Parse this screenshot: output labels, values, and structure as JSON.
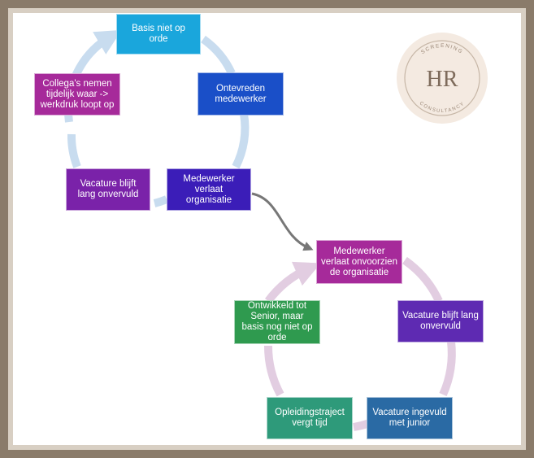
{
  "colors": {
    "cyan": "#1aa6dc",
    "blue": "#1a4fc8",
    "indigo": "#3b1db8",
    "purple": "#7a22a9",
    "magenta": "#a62a9a",
    "violet": "#5e2ab2",
    "steel_blue": "#2a6aa4",
    "green_teal": "#2e9a7a",
    "green": "#2f9a4f",
    "cycle1_track": "#c8dcef",
    "cycle2_track": "#e2cde1",
    "connector": "#777777"
  },
  "cycle1": {
    "nodes": [
      {
        "label": "Basis niet op orde"
      },
      {
        "label": "Ontevreden medewerker"
      },
      {
        "label": "Medewerker verlaat organisatie"
      },
      {
        "label": "Vacature blijft lang onvervuld"
      },
      {
        "label": "Collega's nemen tijdelijk waar -> werkdruk loopt op"
      }
    ]
  },
  "cycle2": {
    "nodes": [
      {
        "label": "Medewerker verlaat onvoorzien de organisatie"
      },
      {
        "label": "Vacature blijft lang onvervuld"
      },
      {
        "label": "Vacature ingevuld met junior"
      },
      {
        "label": "Opleidingstraject vergt tijd"
      },
      {
        "label": "Ontwikkeld tot Senior, maar basis nog niet op orde"
      }
    ]
  },
  "logo": {
    "monogram": "HR",
    "top_text": "SCREENING",
    "bottom_text": "CONSULTANCY",
    "icon": "hr-screening-consultancy-logo"
  }
}
